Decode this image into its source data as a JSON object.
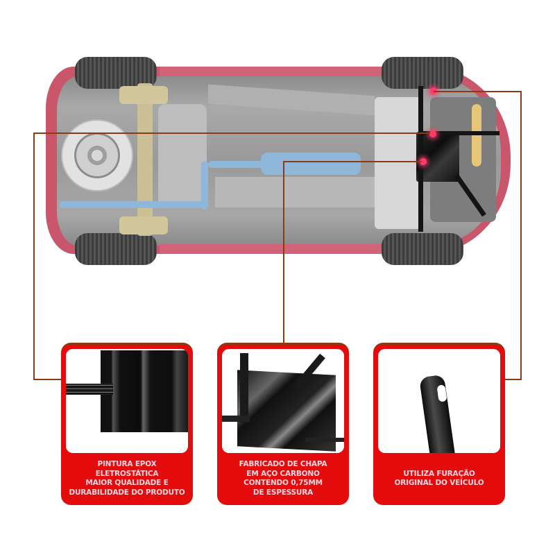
{
  "product": {
    "subject": "underbody view of red hatchback with engine splash guard (protetor de cárter) installed",
    "highlight_color": "#ff3b6b",
    "line_color": "#8b3a12",
    "card_color": "#e30b0b",
    "caption_color": "#ffd6e0"
  },
  "callouts": [
    {
      "id": "plate-detail",
      "target": "guard plate top edge"
    },
    {
      "id": "full-guard",
      "target": "guard plate lower corner"
    },
    {
      "id": "bracket",
      "target": "mounting bracket top"
    }
  ],
  "features": [
    {
      "image": "close-up of black epoxy-painted plate",
      "caption_lines": [
        "PINTURA EPOX",
        "ELETROSTÁTICA",
        "MAIOR QUALIDADE E",
        "DURABILIDADE DO PRODUTO"
      ]
    },
    {
      "image": "full carbon steel splash guard",
      "caption_lines": [
        "FABRICADO DE CHAPA",
        "EM AÇO CARBONO",
        "CONTENDO 0,75MM",
        "DE ESPESSURA"
      ]
    },
    {
      "image": "black mounting bracket with slot hole",
      "caption_lines": [
        "UTILIZA FURAÇÃO",
        "ORIGINAL DO VEÍCULO"
      ]
    }
  ]
}
